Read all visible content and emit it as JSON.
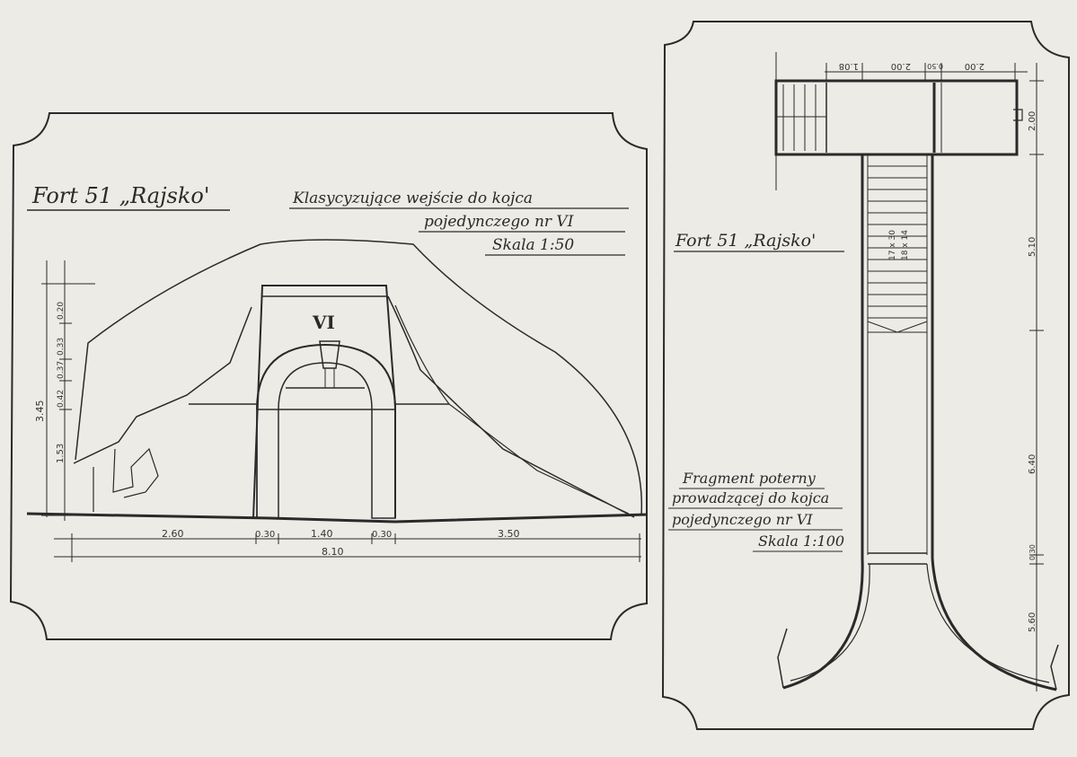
{
  "left_sheet": {
    "fort_title": "Fort 51 „Rajsko'",
    "drawing_title_line1": "Klasycyzujące wejście do kojca",
    "drawing_title_line2": "pojedynczego nr VI",
    "scale": "Skala 1:50",
    "roman_numeral": "VI",
    "horizontal_dimensions": [
      "2.60",
      "0.30",
      "1.40",
      "0.30",
      "3.50"
    ],
    "total_width": "8.10",
    "vertical_total": "3.45",
    "vertical_dimensions": [
      "0.20",
      "0.33",
      "0.37",
      "0.42",
      "1.53"
    ]
  },
  "right_sheet": {
    "fort_title": "Fort 51 „Rajsko'",
    "caption_line1": "Fragment poterny",
    "caption_line2": "prowadzącej do kojca",
    "caption_line3": "pojedynczego nr VI",
    "scale": "Skala 1:100",
    "top_dimensions": [
      "1.08",
      "2.00",
      "0.50",
      "2.00"
    ],
    "right_dimensions": [
      "2.00",
      "5.10",
      "6.40",
      "0.30",
      "5.60"
    ],
    "stair_note_1": "17 x 30",
    "stair_note_2": "18 x 14"
  }
}
